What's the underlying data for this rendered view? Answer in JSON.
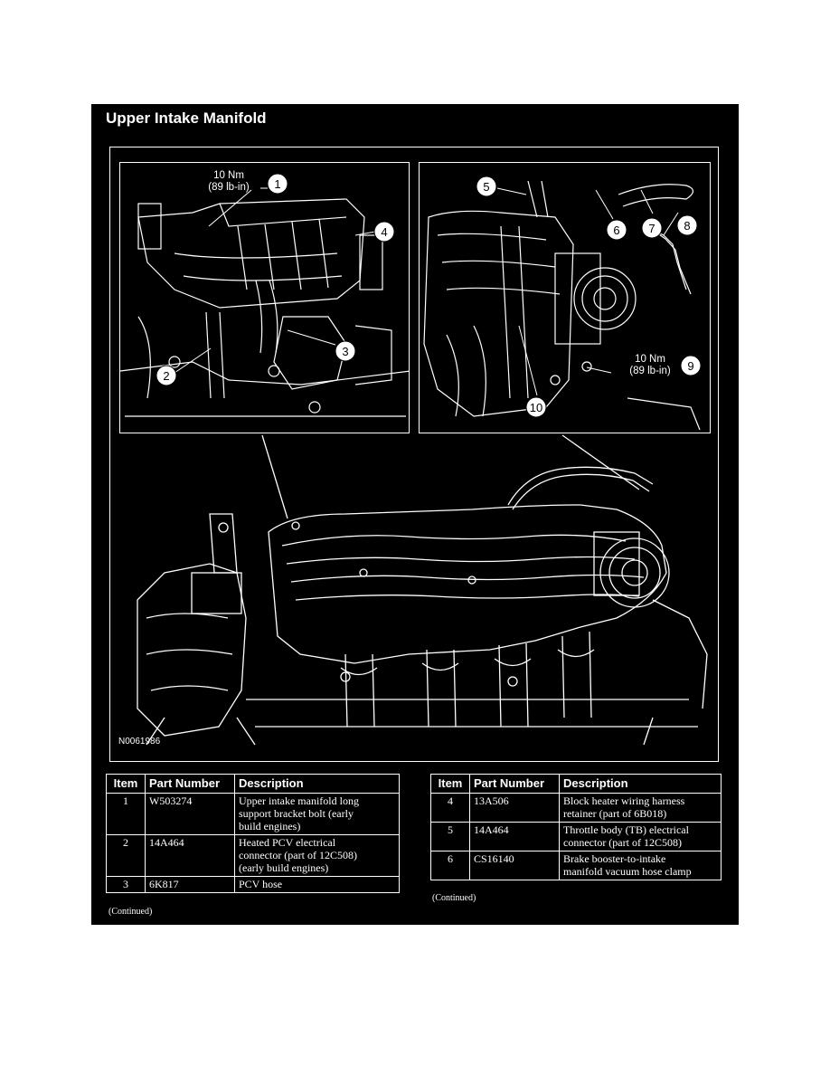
{
  "title": "Upper Intake Manifold",
  "figure": {
    "code": "N0061986",
    "left_inset": {
      "callout_1_spec_nm": "10 Nm",
      "callout_1_spec_lbin": "(89 lb-in)",
      "callouts": [
        "1",
        "2",
        "3",
        "4"
      ]
    },
    "right_inset": {
      "callout_9_spec_nm": "10 Nm",
      "callout_9_spec_lbin": "(89 lb-in)",
      "callouts": [
        "5",
        "6",
        "7",
        "8",
        "9",
        "10"
      ]
    }
  },
  "table_left": {
    "headers": [
      "Item",
      "Part Number",
      "Description"
    ],
    "rows": [
      {
        "item": "1",
        "part": "W503274",
        "desc_lines": [
          "Upper intake manifold long",
          "support bracket bolt (early",
          "build engines)"
        ]
      },
      {
        "item": "2",
        "part": "14A464",
        "desc_lines": [
          "Heated PCV electrical",
          "connector (part of 12C508)",
          "(early build engines)"
        ]
      },
      {
        "item": "3",
        "part": "6K817",
        "desc_lines": [
          "PCV hose"
        ]
      }
    ],
    "continued": "(Continued)"
  },
  "table_right": {
    "headers": [
      "Item",
      "Part Number",
      "Description"
    ],
    "rows": [
      {
        "item": "4",
        "part": "13A506",
        "desc_lines": [
          "Block heater wiring harness",
          "retainer (part of 6B018)"
        ]
      },
      {
        "item": "5",
        "part": "14A464",
        "desc_lines": [
          "Throttle body (TB) electrical",
          "connector (part of 12C508)"
        ]
      },
      {
        "item": "6",
        "part": "CS16140",
        "desc_lines": [
          "Brake booster-to-intake",
          "manifold vacuum hose clamp"
        ]
      }
    ],
    "continued": "(Continued)"
  }
}
